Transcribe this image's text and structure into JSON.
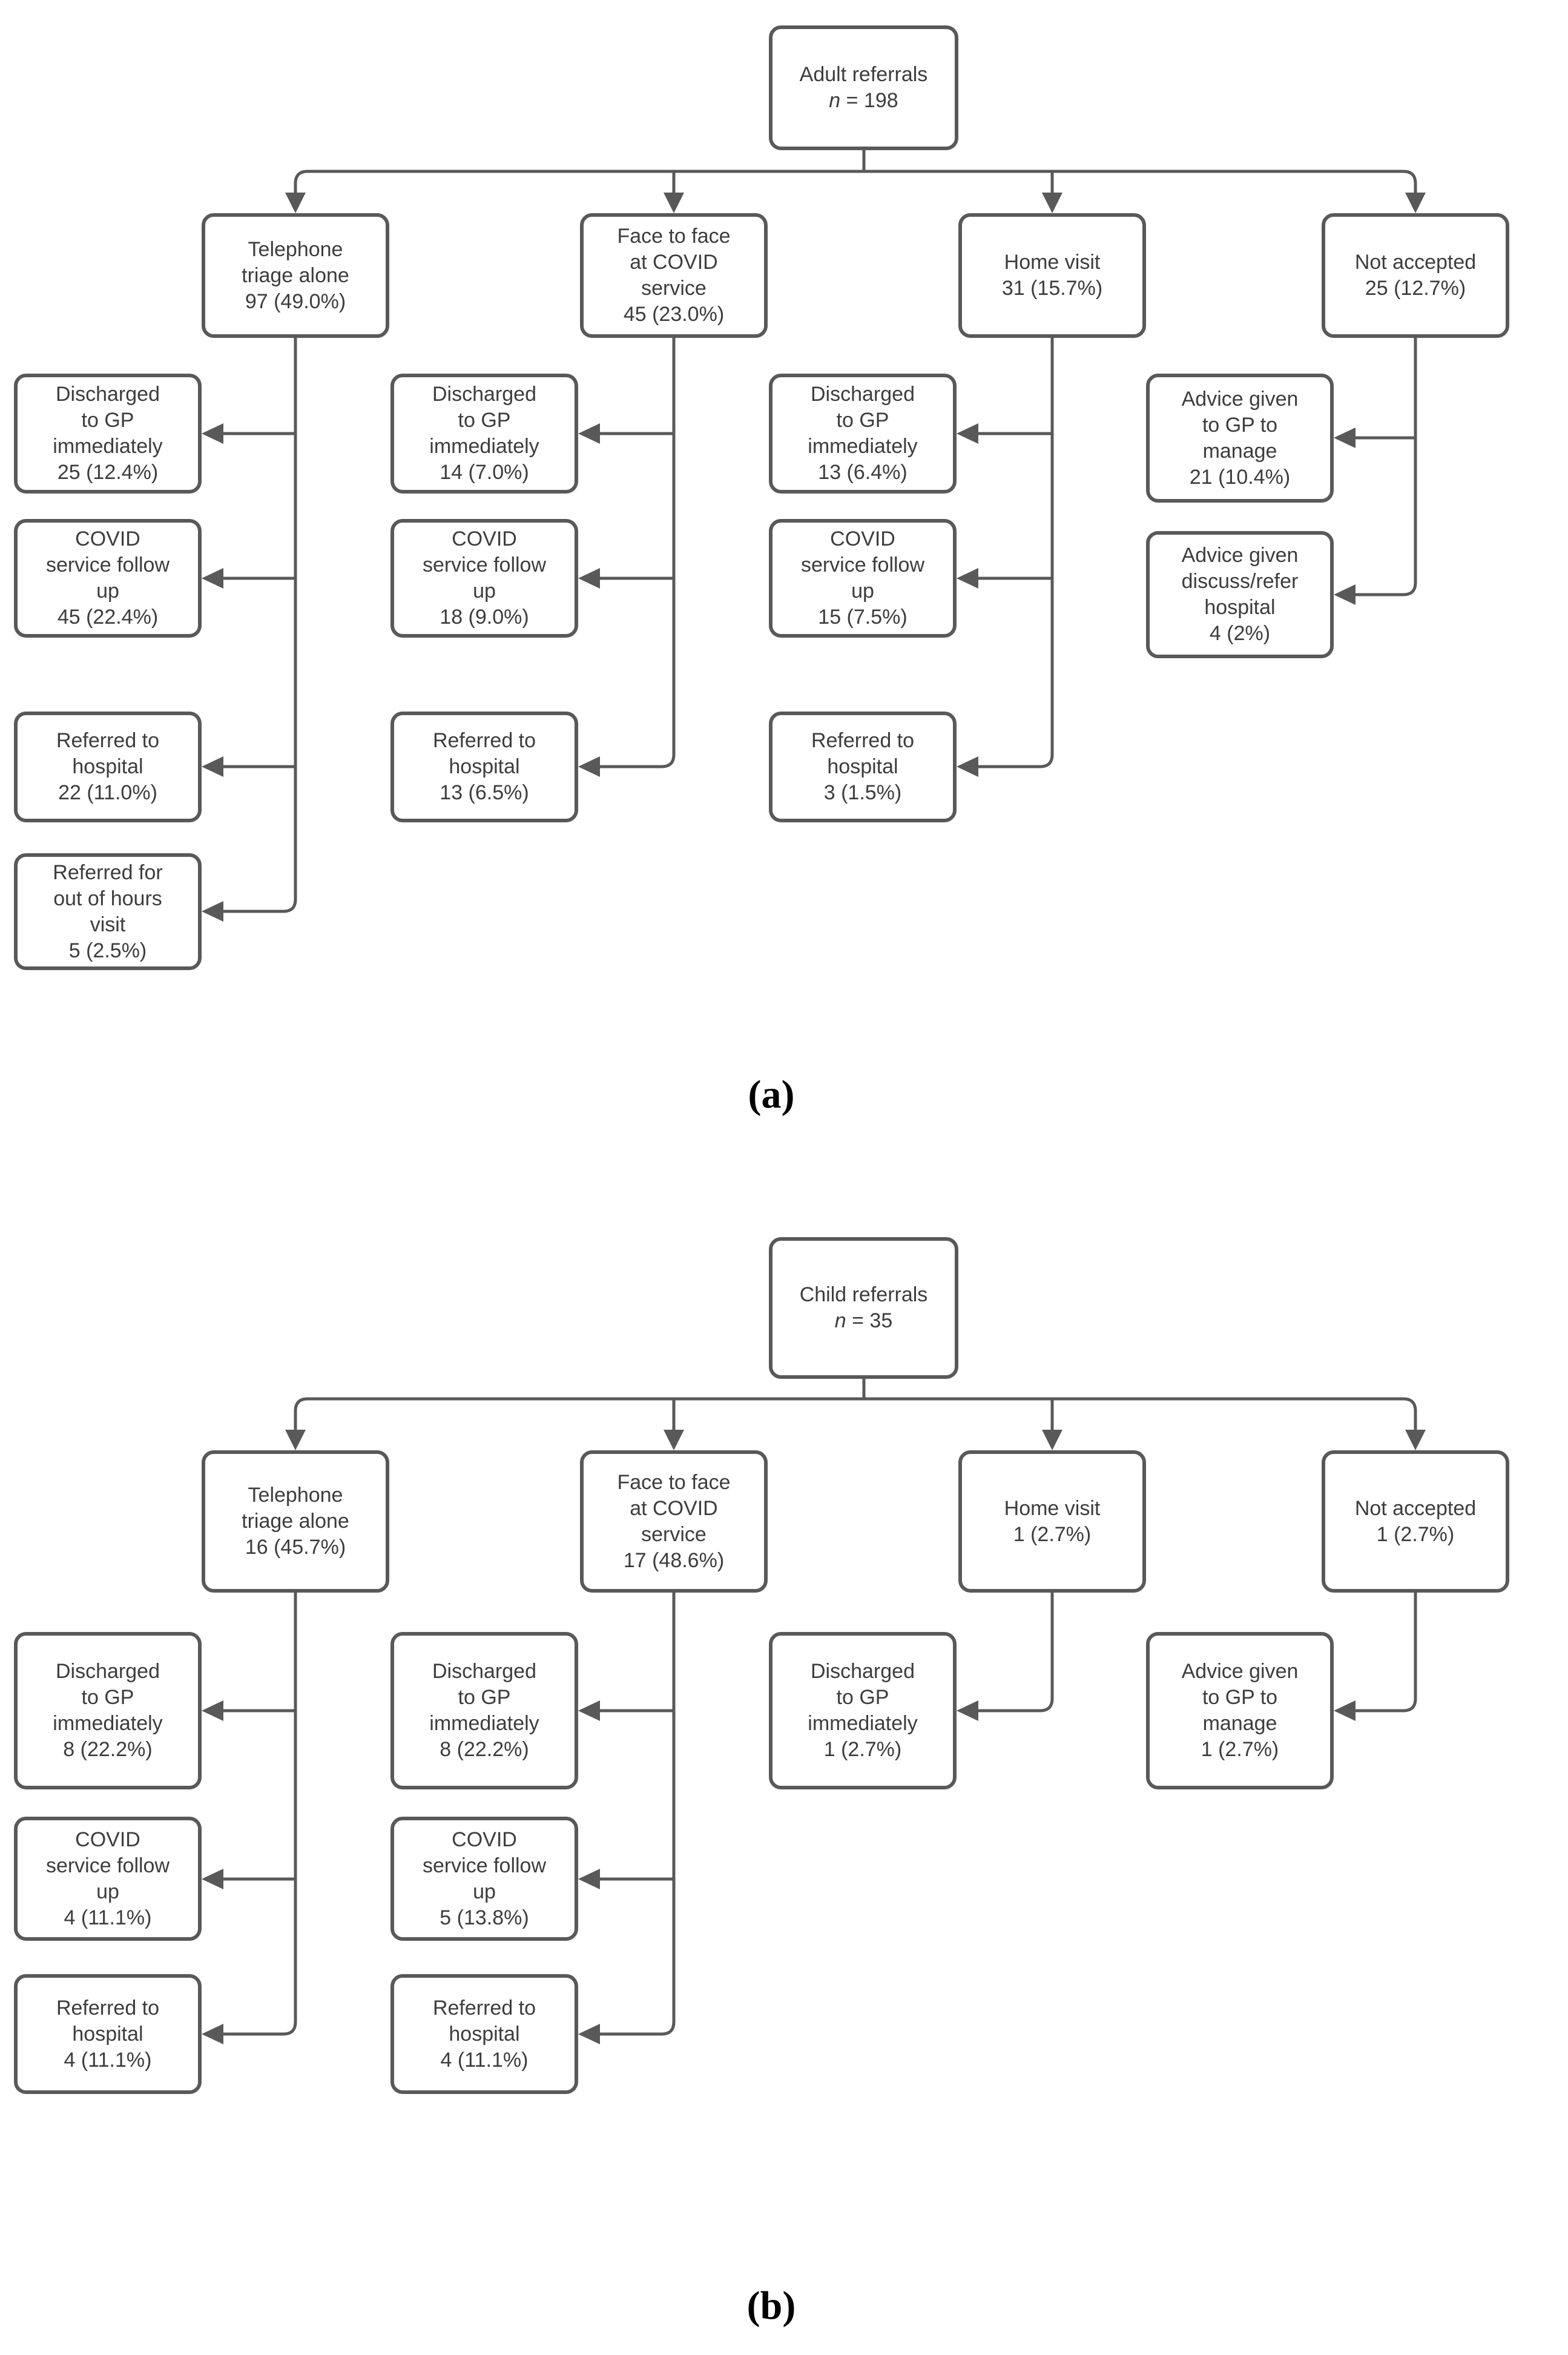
{
  "figure": {
    "background": "#ffffff",
    "line_color": "#595959",
    "box_border_color": "#595959",
    "text_color": "#3d3d3d",
    "caption_color": "#000000"
  },
  "chart_a": {
    "caption": "(a)",
    "root": {
      "title": "Adult referrals",
      "n": "n",
      "rest": " = 198"
    },
    "branches": [
      {
        "box": "Telephone\ntriage alone\n97 (49.0%)",
        "children": [
          "Discharged\nto GP\nimmediately\n25 (12.4%)",
          "COVID\nservice follow\nup\n45 (22.4%)",
          "Referred to\nhospital\n22 (11.0%)",
          "Referred for\nout of hours\nvisit\n5 (2.5%)"
        ]
      },
      {
        "box": "Face to face\nat COVID\nservice\n45 (23.0%)",
        "children": [
          "Discharged\nto GP\nimmediately\n14 (7.0%)",
          "COVID\nservice follow\nup\n18 (9.0%)",
          "Referred to\nhospital\n13 (6.5%)"
        ]
      },
      {
        "box": "Home visit\n31 (15.7%)",
        "children": [
          "Discharged\nto GP\nimmediately\n13 (6.4%)",
          "COVID\nservice follow\nup\n15 (7.5%)",
          "Referred to\nhospital\n3 (1.5%)"
        ]
      },
      {
        "box": "Not accepted\n25 (12.7%)",
        "children": [
          "Advice given\nto GP to\nmanage\n21 (10.4%)",
          "Advice given\ndiscuss/refer\nhospital\n4 (2%)"
        ]
      }
    ]
  },
  "chart_b": {
    "caption": "(b)",
    "root": {
      "title": "Child referrals",
      "n": "n",
      "rest": " = 35"
    },
    "branches": [
      {
        "box": "Telephone\ntriage alone\n16 (45.7%)",
        "children": [
          "Discharged\nto GP\nimmediately\n8 (22.2%)",
          "COVID\nservice follow\nup\n4 (11.1%)",
          "Referred to\nhospital\n4 (11.1%)"
        ]
      },
      {
        "box": "Face to face\nat COVID\nservice\n17 (48.6%)",
        "children": [
          "Discharged\nto GP\nimmediately\n8 (22.2%)",
          "COVID\nservice follow\nup\n5 (13.8%)",
          "Referred to\nhospital\n4 (11.1%)"
        ]
      },
      {
        "box": "Home visit\n1 (2.7%)",
        "children": [
          "Discharged\nto GP\nimmediately\n1 (2.7%)"
        ]
      },
      {
        "box": "Not accepted\n1 (2.7%)",
        "children": [
          "Advice given\nto GP to\nmanage\n1 (2.7%)"
        ]
      }
    ]
  }
}
